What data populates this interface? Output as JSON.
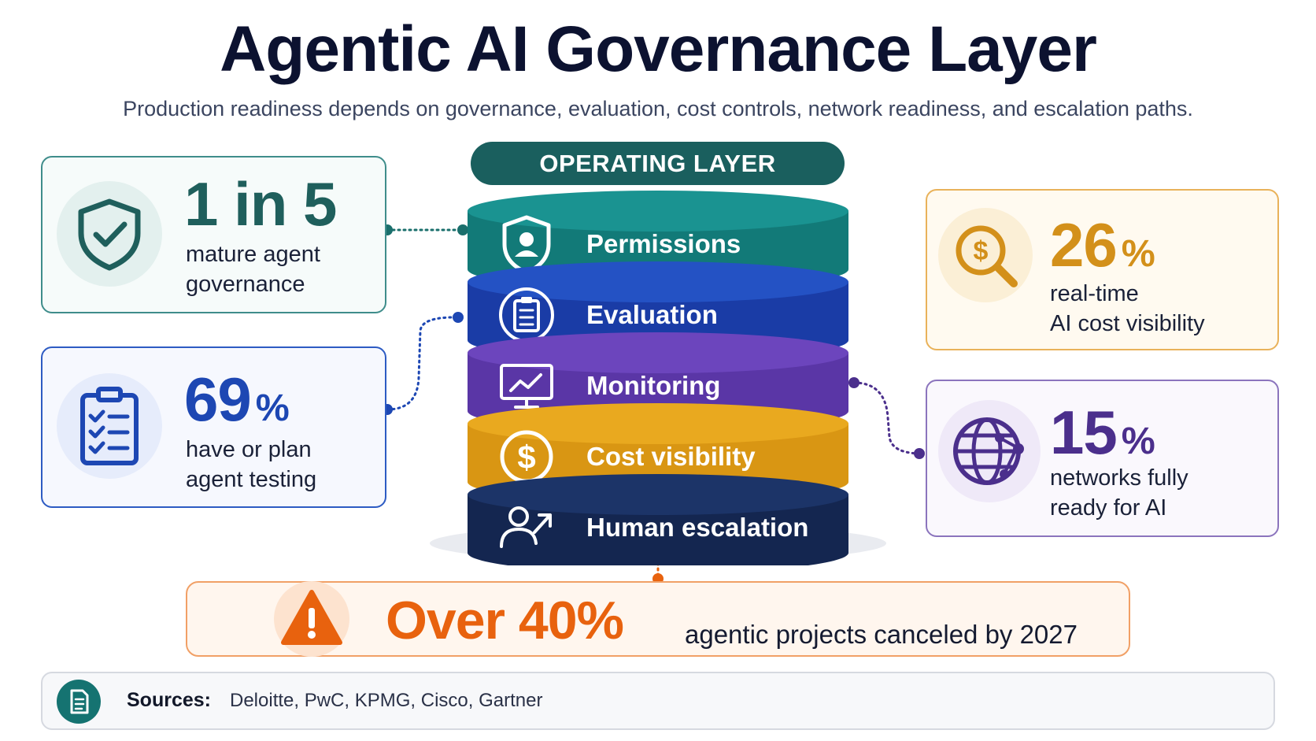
{
  "header": {
    "title": "Agentic AI Governance Layer",
    "subtitle": "Production readiness depends on governance, evaluation, cost controls, network readiness, and escalation paths."
  },
  "stack": {
    "header": "OPERATING LAYER",
    "layers": [
      {
        "label": "Permissions",
        "icon": "shield-user-icon",
        "color": "#127a78",
        "top_color": "#1a9391"
      },
      {
        "label": "Evaluation",
        "icon": "clipboard-icon",
        "color": "#1a3ca6",
        "top_color": "#2452c4"
      },
      {
        "label": "Monitoring",
        "icon": "monitor-chart-icon",
        "color": "#5a36a6",
        "top_color": "#6c45bd"
      },
      {
        "label": "Cost visibility",
        "icon": "dollar-coin-icon",
        "color": "#d99613",
        "top_color": "#e9a91f"
      },
      {
        "label": "Human escalation",
        "icon": "person-arrow-icon",
        "color": "#142650",
        "top_color": "#1c3468"
      }
    ]
  },
  "stats": {
    "governance": {
      "value": "1 in 5",
      "desc_line1": "mature agent",
      "desc_line2": "governance",
      "icon": "shield-check-icon",
      "color": "#1f5f5c"
    },
    "testing": {
      "value": "69",
      "unit": "%",
      "desc_line1": "have or plan",
      "desc_line2": "agent testing",
      "icon": "checklist-icon",
      "color": "#1d47b3"
    },
    "cost": {
      "value": "26",
      "unit": "%",
      "desc_line1": "real-time",
      "desc_line2": "AI cost visibility",
      "icon": "dollar-search-icon",
      "color": "#d3901a"
    },
    "network": {
      "value": "15",
      "unit": "%",
      "desc_line1": "networks fully",
      "desc_line2": "ready for AI",
      "icon": "network-globe-icon",
      "color": "#4b2f8c"
    }
  },
  "warning": {
    "value": "Over 40%",
    "text": "agentic projects canceled by 2027",
    "icon": "warning-icon"
  },
  "sources": {
    "label": "Sources:",
    "text": "Deloitte, PwC, KPMG, Cisco, Gartner",
    "icon": "document-icon"
  }
}
